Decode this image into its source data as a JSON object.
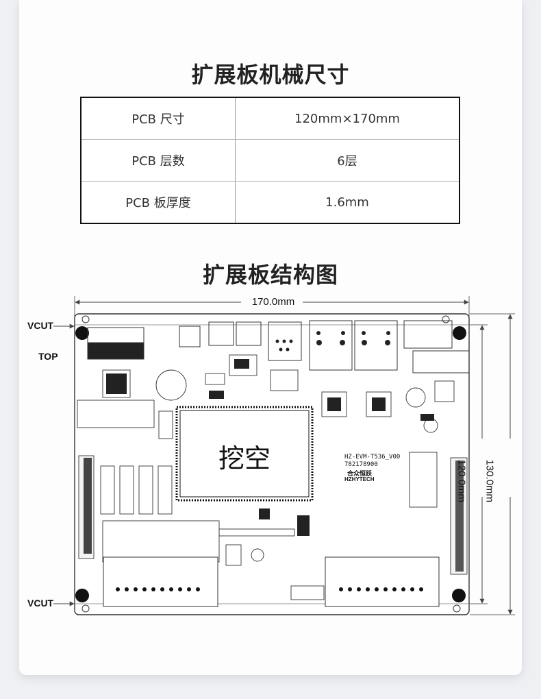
{
  "section1": {
    "title": "扩展板机械尺寸"
  },
  "spec_table": {
    "rows": [
      {
        "key": "PCB 尺寸",
        "value": "120mm×170mm"
      },
      {
        "key": "PCB 层数",
        "value": "6层"
      },
      {
        "key": "PCB 板厚度",
        "value": "1.6mm"
      }
    ]
  },
  "section2": {
    "title": "扩展板结构图"
  },
  "diagram": {
    "width_dim": "170.0mm",
    "inner_height_dim": "120.0mm",
    "outer_height_dim": "130.0mm",
    "vcut_top": "VCUT",
    "vcut_bottom": "VCUT",
    "top_label": "TOP",
    "center_label": "挖空",
    "board_name": "HZ-EVM-T536_V00",
    "board_code": "782178900",
    "brand_cn": "合众恒跃",
    "brand_en": "HZHYTECH"
  }
}
